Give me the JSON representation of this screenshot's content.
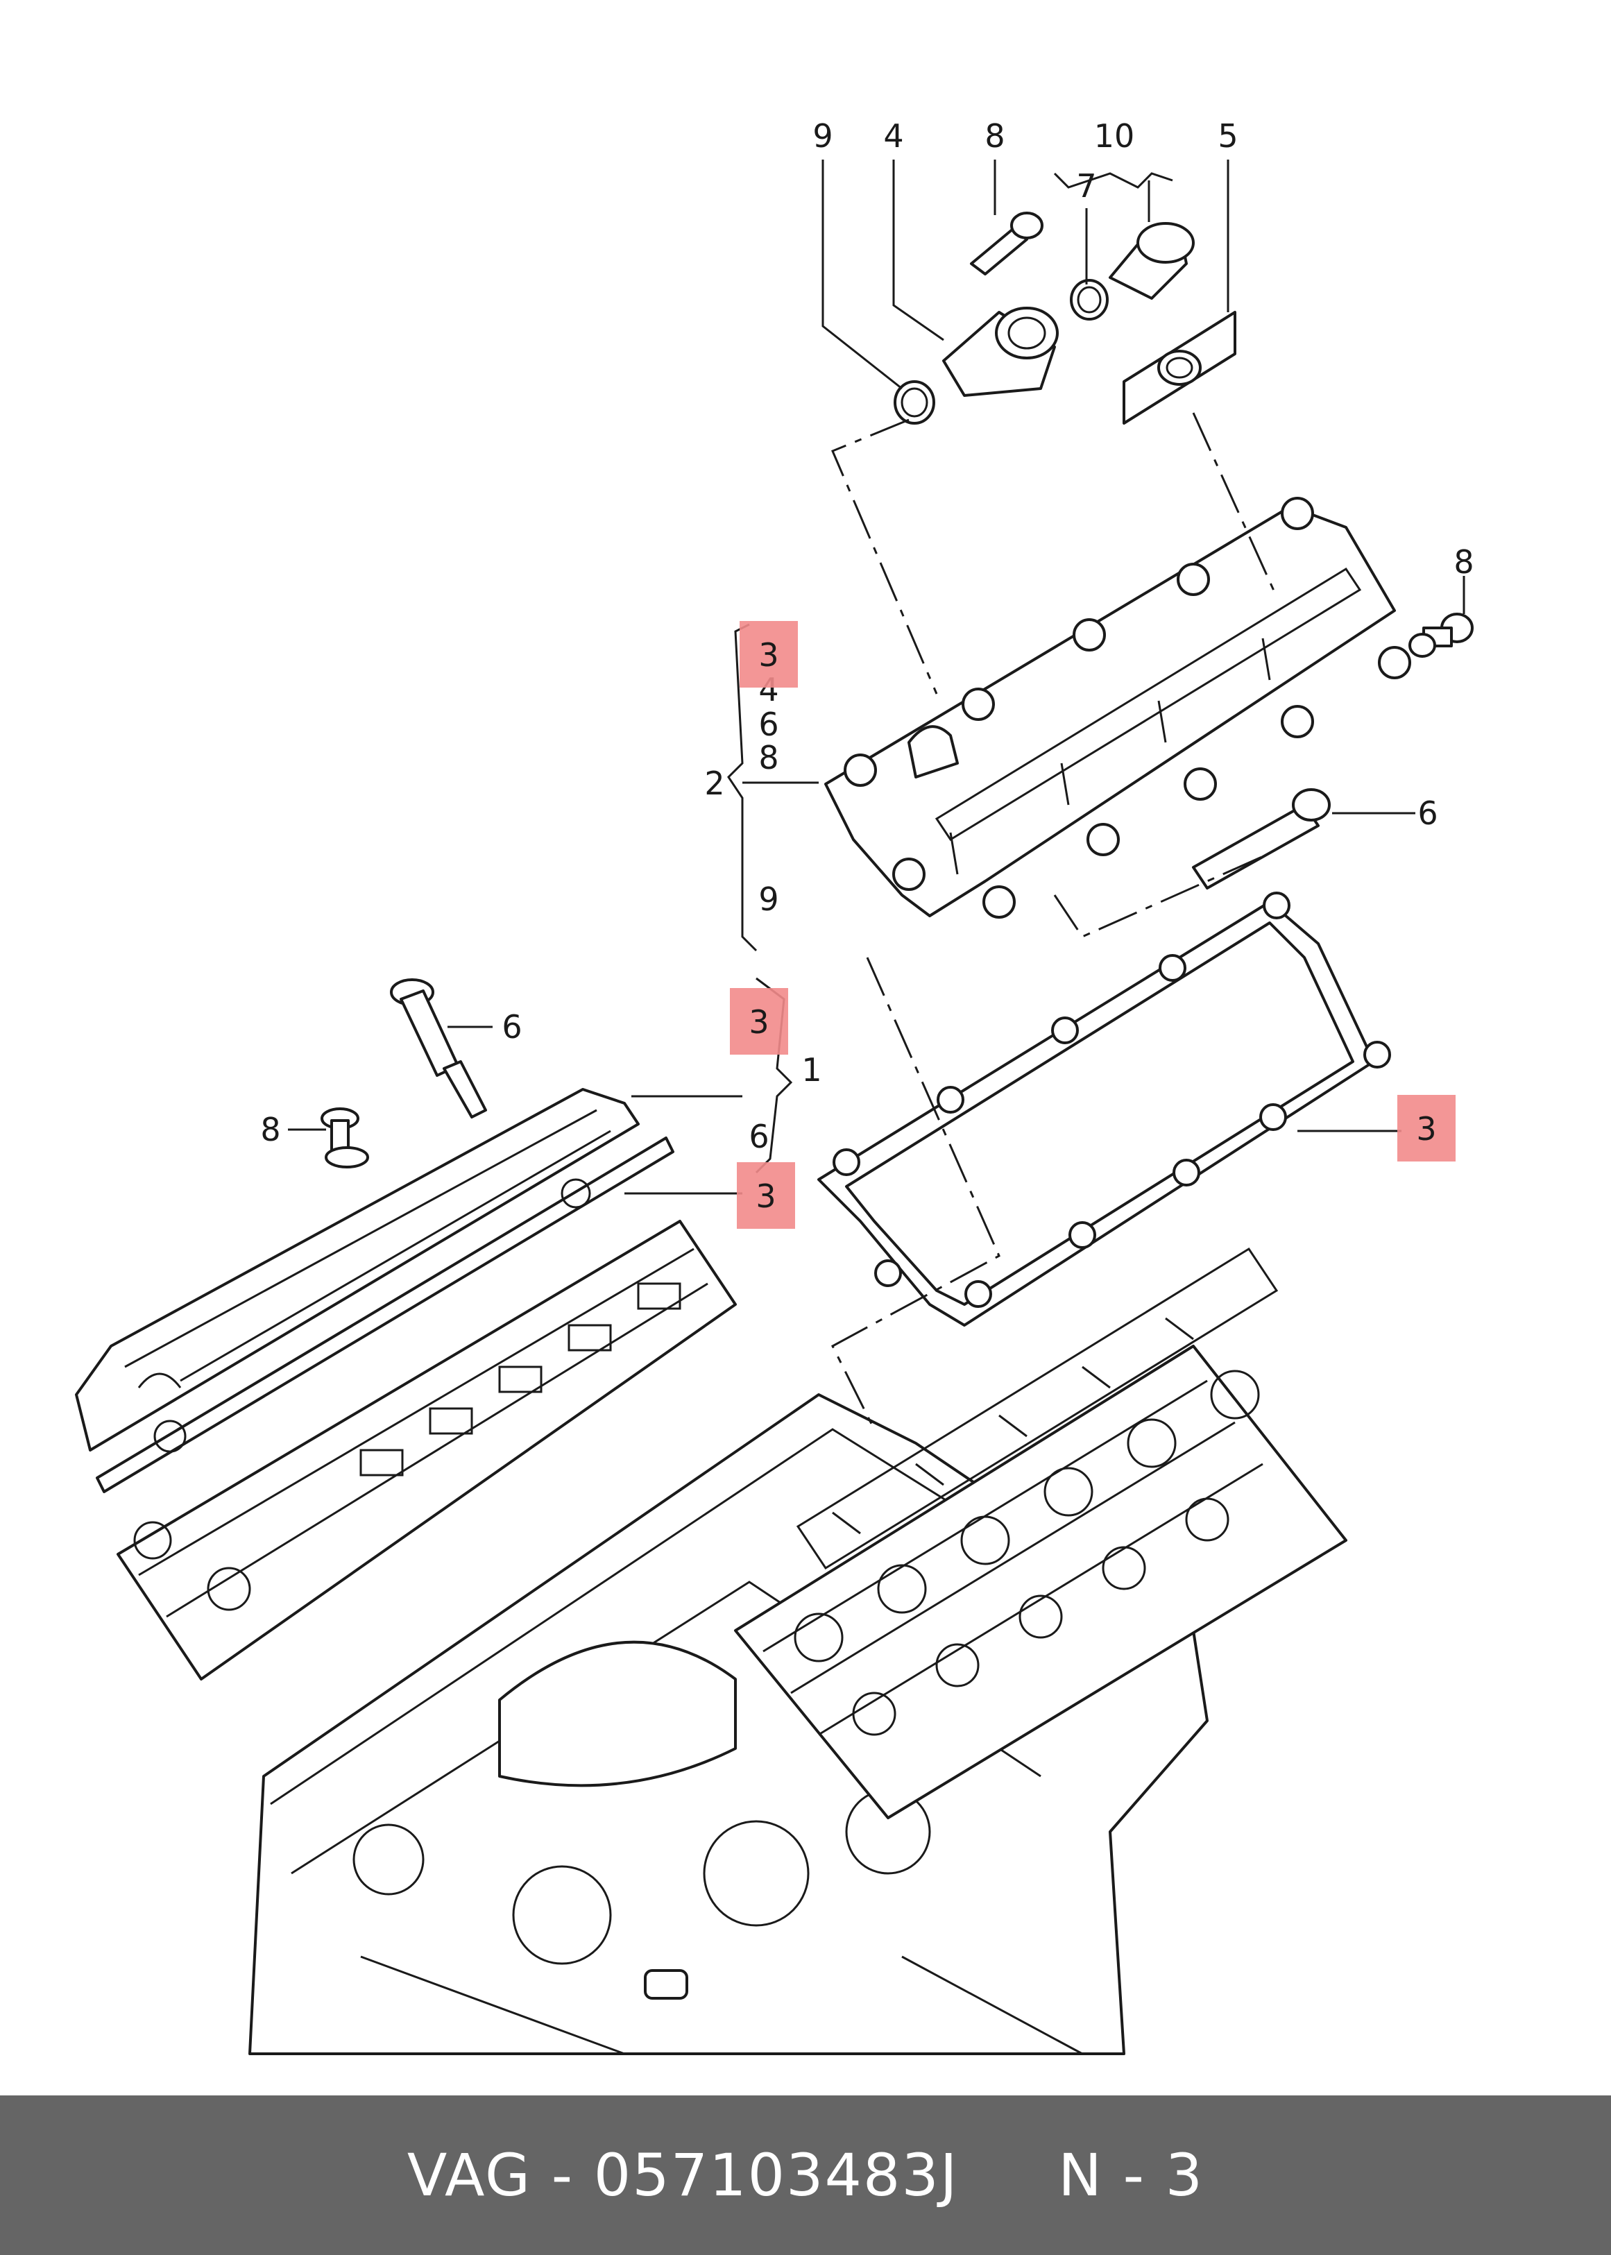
{
  "callouts": {
    "c9_top": "9",
    "c4_top": "4",
    "c8_top": "8",
    "c10_top": "10",
    "c7_top": "7",
    "c5_top": "5",
    "c8_right": "8",
    "c6_right": "6",
    "c2": "2",
    "c4_list": "4",
    "c6_list": "6",
    "c8_list": "8",
    "c9_list": "9",
    "c1": "1",
    "c6_group1": "6",
    "c6_left": "6",
    "c8_left": "8"
  },
  "highlights": {
    "h3_group2": "3",
    "h3_group1_top": "3",
    "h3_group1_bottom": "3",
    "h3_gasket_right": "3"
  },
  "colors": {
    "highlight": "#f28b8b",
    "footer_bg": "#656565",
    "footer_text": "#ffffff"
  },
  "footer": {
    "text": "VAG - 057103483J     N - 3"
  }
}
